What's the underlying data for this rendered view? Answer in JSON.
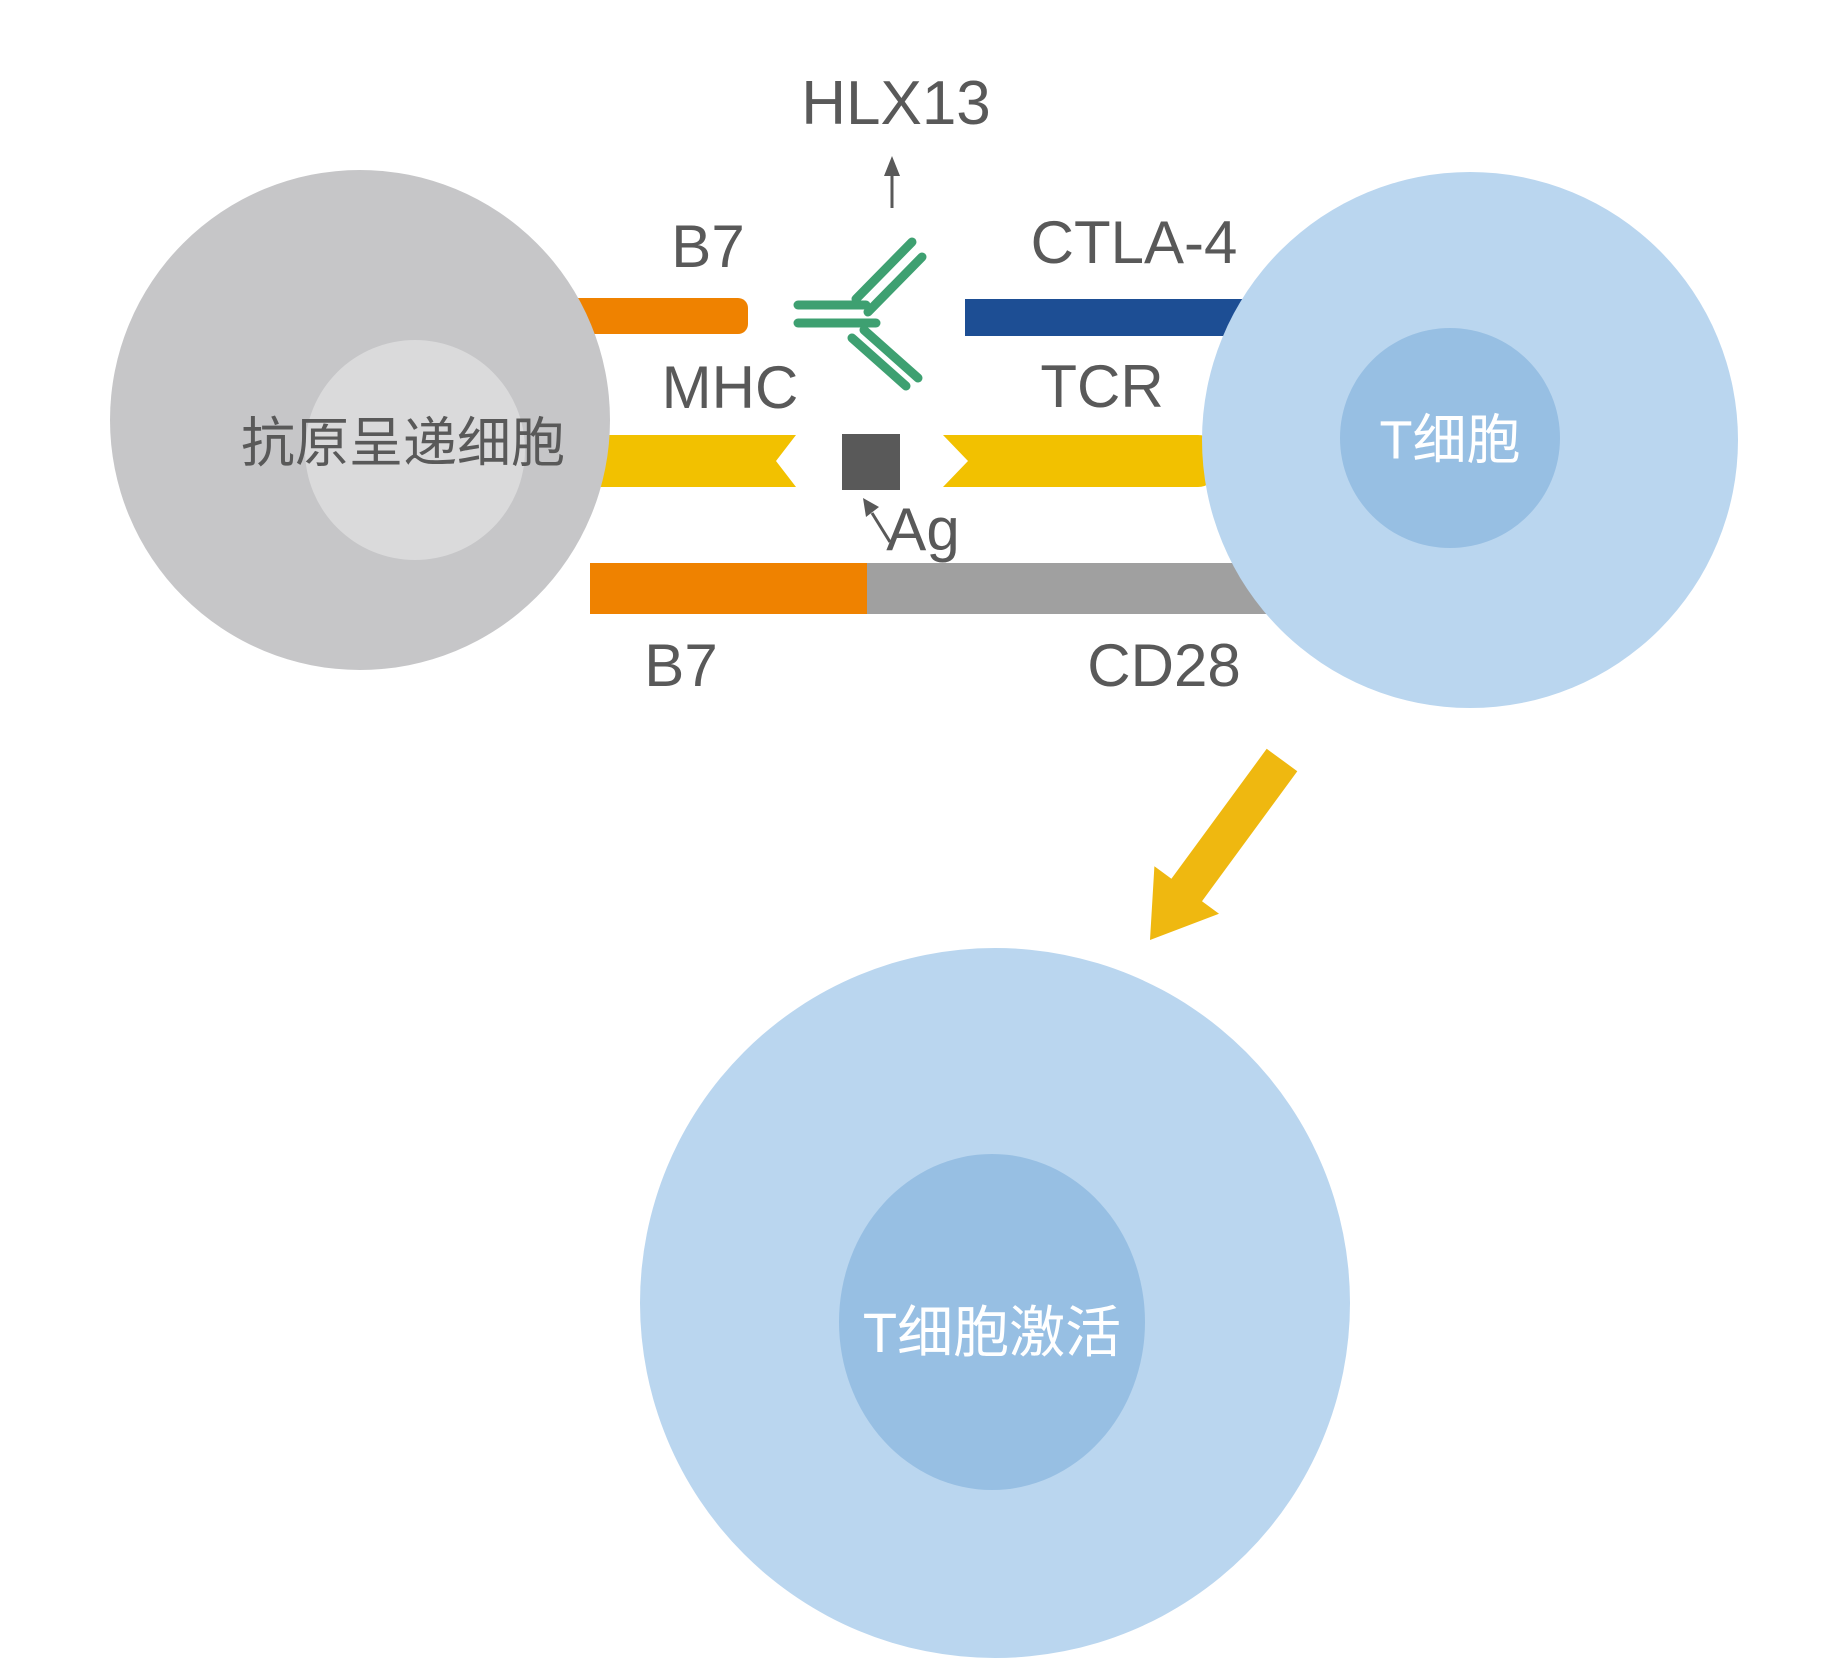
{
  "cells": {
    "apc": {
      "label": "抗原呈递细胞"
    },
    "t_cell": {
      "label": "T细胞"
    },
    "activated_t_cell": {
      "label": "T细胞激活"
    }
  },
  "molecules": {
    "hlx13": "HLX13",
    "b7_top": "B7",
    "ctla4": "CTLA-4",
    "mhc": "MHC",
    "tcr": "TCR",
    "ag": "Ag",
    "b7_bottom": "B7",
    "cd28": "CD28"
  },
  "colors": {
    "orange": "#EF8200",
    "yellow": "#F2C100",
    "arrow_yellow": "#EFB810",
    "dark_blue": "#1D4E94",
    "gray_bar": "#A0A0A0",
    "ag_gray": "#595959",
    "green_antibody": "#3EA071",
    "cell_gray": "#C6C6C8",
    "cell_gray_nucleus": "#DADADB",
    "cell_blue": "#BAD6EF",
    "cell_blue_nucleus": "#97BFE3",
    "label_text": "#595959"
  }
}
